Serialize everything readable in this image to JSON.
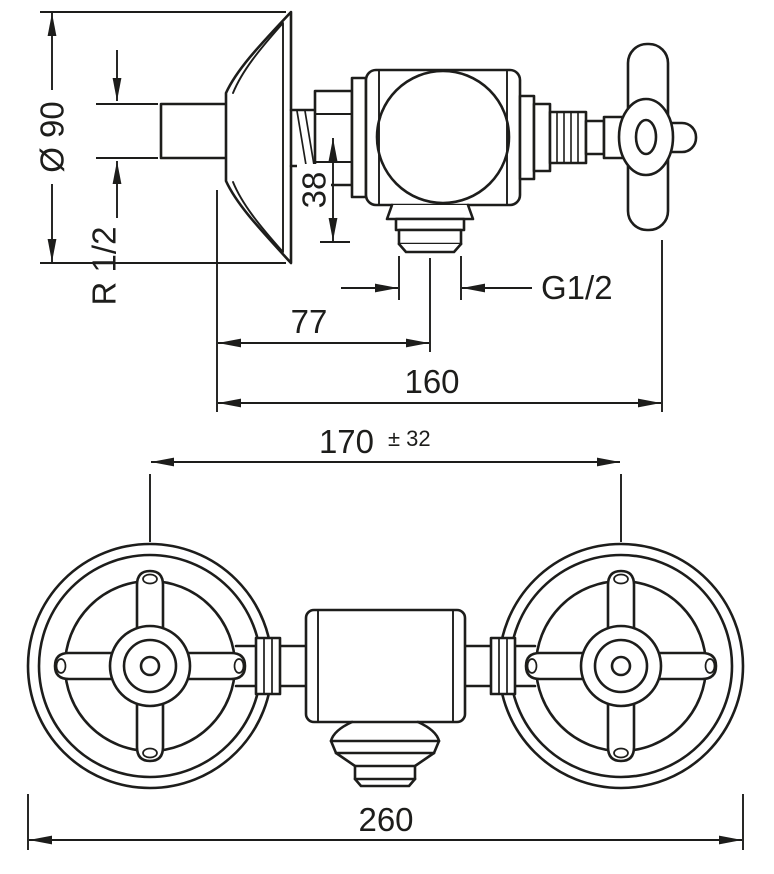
{
  "drawing": {
    "background_color": "#ffffff",
    "line_color": "#1d1d1b",
    "side_view": {
      "dimensions": {
        "escutcheon_diameter": "Ø 90",
        "wall_connection_thread": "R 1/2",
        "spout_offset": "38",
        "outlet_thread": "G1/2",
        "wall_to_outlet": "77",
        "total_projection": "160"
      }
    },
    "front_view": {
      "dimensions": {
        "connection_distance": "170",
        "connection_distance_tolerance": "± 32",
        "overall_width": "260"
      }
    }
  }
}
